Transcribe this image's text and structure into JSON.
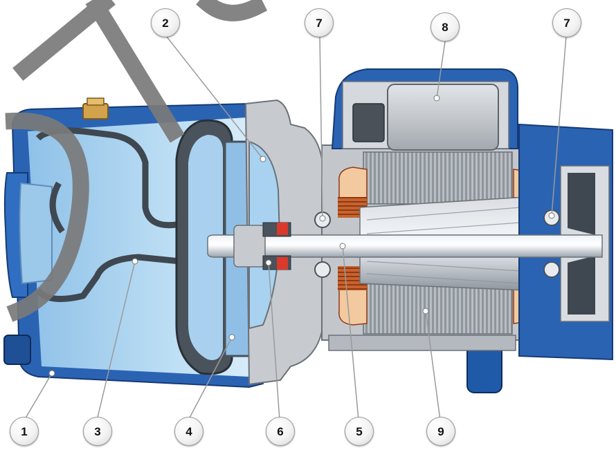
{
  "diagram": {
    "callouts": [
      {
        "id": "c1",
        "label": "1"
      },
      {
        "id": "c2",
        "label": "2"
      },
      {
        "id": "c3",
        "label": "3"
      },
      {
        "id": "c4",
        "label": "4"
      },
      {
        "id": "c5",
        "label": "5"
      },
      {
        "id": "c6",
        "label": "6"
      },
      {
        "id": "c7a",
        "label": "7"
      },
      {
        "id": "c7b",
        "label": "7"
      },
      {
        "id": "c8",
        "label": "8"
      },
      {
        "id": "c9",
        "label": "9"
      }
    ]
  },
  "colors": {
    "casing_blue": "#2b63b3",
    "water_light": "#a9d1ef",
    "metal_gray": "#c7cbd0",
    "copper_winding": "#b8552a",
    "watermark_gray": "#7a7a7a"
  }
}
